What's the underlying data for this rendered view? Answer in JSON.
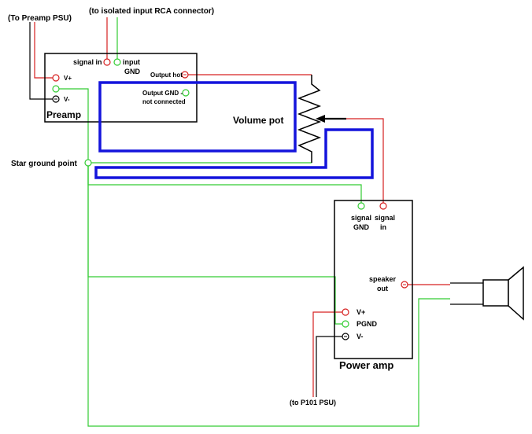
{
  "colors": {
    "red_wire": "#d62020",
    "green_wire": "#33cc33",
    "blue_trace": "#1414dc",
    "black_wire": "#000000"
  },
  "preamp": {
    "title": "Preamp",
    "signal_in": "signal in",
    "input_gnd_line1": "input",
    "input_gnd_line2": "GND",
    "vplus": "V+",
    "vminus": "V-",
    "output_hot": "Output hot",
    "output_gnd_line1": "Output GND -",
    "output_gnd_line2": "not connected"
  },
  "volume_pot": {
    "label": "Volume pot"
  },
  "star_ground": {
    "label": "Star ground point"
  },
  "power_amp": {
    "title": "Power amp",
    "signal_gnd_line1": "signal",
    "signal_gnd_line2": "GND",
    "signal_in_line1": "signal",
    "signal_in_line2": "in",
    "speaker_out_line1": "speaker",
    "speaker_out_line2": "out",
    "vplus": "V+",
    "pgnd": "PGND",
    "vminus": "V-"
  },
  "notes": {
    "to_preamp_psu": "(To Preamp PSU)",
    "to_rca": "(to isolated input RCA connector)",
    "to_p101_psu": "(to P101 PSU)"
  },
  "icons": {
    "speaker": "speaker-icon",
    "terminal": "terminal-circle-icon",
    "resistor": "resistor-zigzag-icon"
  }
}
